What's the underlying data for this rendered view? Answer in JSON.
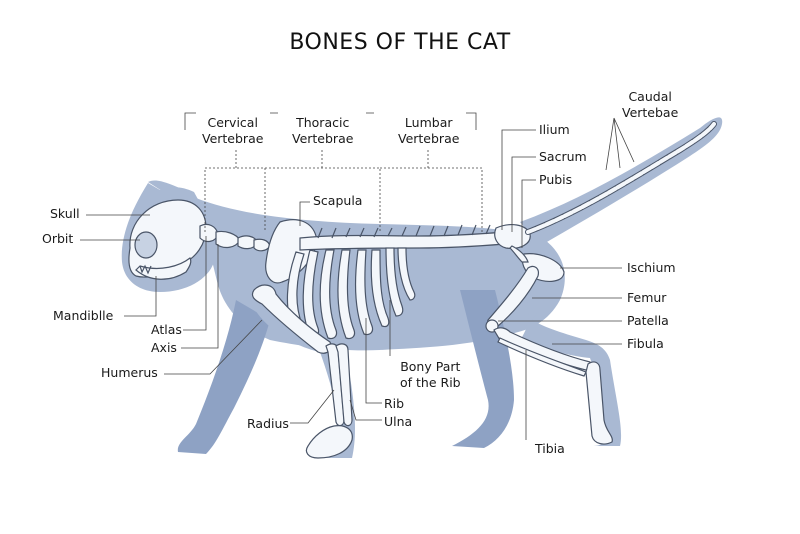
{
  "title": "BONES OF THE CAT",
  "colors": {
    "silhouette": "#a9b9d3",
    "silhouette_dark": "#8ea2c4",
    "bone": "#f4f7fb",
    "bone_stroke": "#4a5568",
    "leader": "#444444"
  },
  "labels": {
    "cervical_line1": "Cervical",
    "cervical_line2": "Vertebrae",
    "thoracic_line1": "Thoracic",
    "thoracic_line2": "Vertebrae",
    "lumbar_line1": "Lumbar",
    "lumbar_line2": "Vertebrae",
    "caudal_line1": "Caudal",
    "caudal_line2": "Vertebae",
    "ilium": "Ilium",
    "sacrum": "Sacrum",
    "pubis": "Pubis",
    "scapula": "Scapula",
    "skull": "Skull",
    "orbit": "Orbit",
    "mandible": "Mandiblle",
    "atlas": "Atlas",
    "axis": "Axis",
    "humerus": "Humerus",
    "radius": "Radius",
    "rib": "Rib",
    "ulna": "Ulna",
    "bony_line1": "Bony Part",
    "bony_line2": "of the Rib",
    "ischium": "Ischium",
    "femur": "Femur",
    "patella": "Patella",
    "fibula": "Fibula",
    "tibia": "Tibia"
  }
}
